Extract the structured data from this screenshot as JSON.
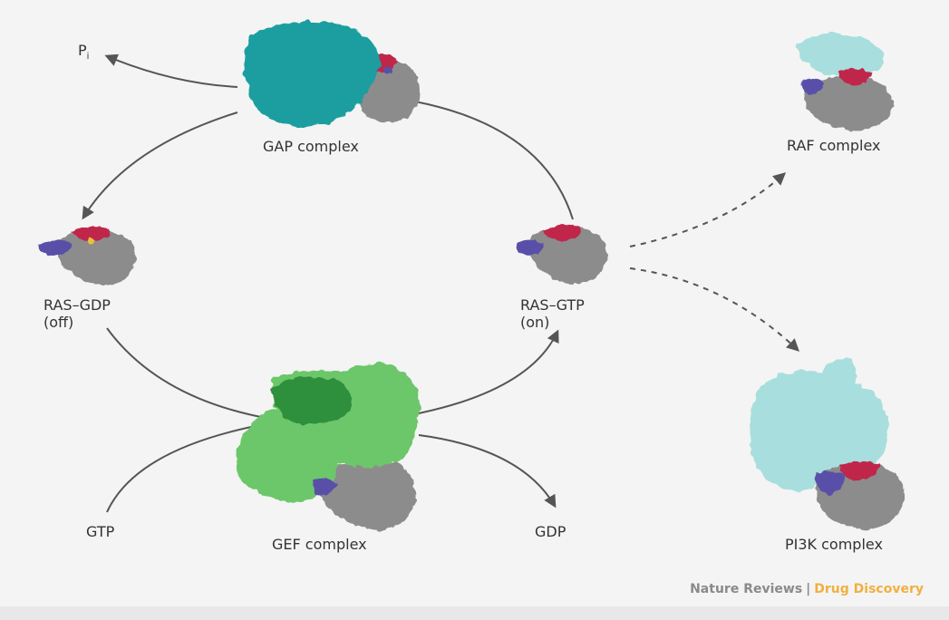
{
  "labels": {
    "pi": "P",
    "pi_sub": "i",
    "gap": "GAP complex",
    "raf": "RAF complex",
    "ras_gdp": "RAS–GDP",
    "ras_gdp_state": "(off)",
    "ras_gtp": "RAS–GTP",
    "ras_gtp_state": "(on)",
    "gtp": "GTP",
    "gef": "GEF complex",
    "gdp": "GDP",
    "pi3k": "PI3K complex"
  },
  "credit": {
    "publisher": "Nature Reviews",
    "separator": "|",
    "journal": "Drug Discovery"
  },
  "colors": {
    "background": "#f4f4f4",
    "arrow": "#555555",
    "gap_protein": "#1a9ea0",
    "gef_protein_light": "#6cc66a",
    "gef_protein_dark": "#2e8f3e",
    "ras_gray": "#8c8c8c",
    "effector_light_cyan": "#a8dede",
    "switch_red": "#c0284a",
    "switch_blue": "#5a4fa8"
  }
}
